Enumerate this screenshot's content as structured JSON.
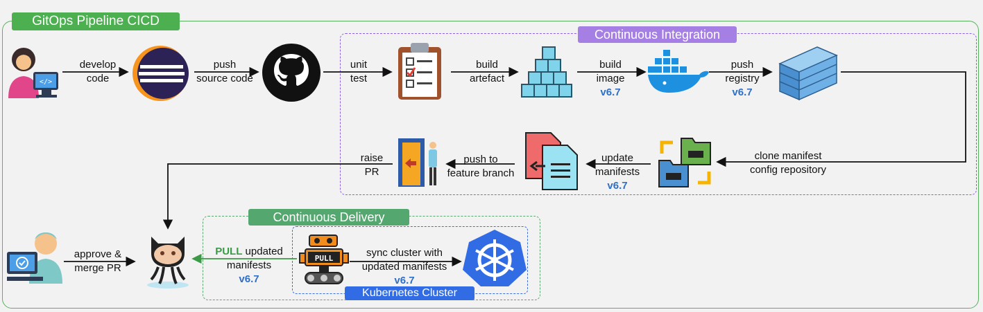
{
  "title": "GitOps Pipeline CICD",
  "sections": {
    "ci": "Continuous Integration",
    "cd": "Continuous Delivery",
    "cluster": "Kubernetes Cluster"
  },
  "version": "v6.7",
  "steps": {
    "develop": [
      "develop",
      "code"
    ],
    "push_source": [
      "push",
      "source code"
    ],
    "unit_test": [
      "unit",
      "test"
    ],
    "build_artefact": [
      "build",
      "artefact"
    ],
    "build_image": [
      "build",
      "image"
    ],
    "push_registry": [
      "push",
      "registry"
    ],
    "clone_manifest": [
      "clone manifest",
      "config repository"
    ],
    "update_manifests": [
      "update",
      "manifests"
    ],
    "push_feature": [
      "push to",
      "feature branch"
    ],
    "raise_pr": [
      "raise",
      "PR"
    ],
    "approve_merge": [
      "approve &",
      "merge PR"
    ],
    "pull_updated": {
      "pull": "PULL",
      "rest": " updated",
      "line2": "manifests"
    },
    "sync_cluster": [
      "sync cluster with",
      "updated manifests"
    ]
  },
  "robot_text": "PULL",
  "colors": {
    "frame": "#59b15f",
    "ci": "#a67fe4",
    "cd": "#54a86f",
    "k8s": "#326ce5",
    "version": "#2f6fc6"
  },
  "icons": [
    "developer-icon",
    "eclipse-icon",
    "github-icon",
    "checklist-icon",
    "blocks-icon",
    "docker-icon",
    "registry-icon",
    "folders-icon",
    "manifest-files-icon",
    "pull-request-icon",
    "octocat-icon",
    "reviewer-icon",
    "argo-robot-icon",
    "kubernetes-icon"
  ]
}
